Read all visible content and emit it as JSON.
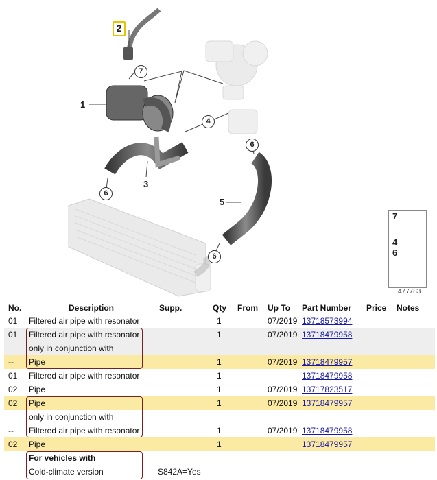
{
  "diagram": {
    "callouts": {
      "c1": "1",
      "c2": "2",
      "c3": "3",
      "c4": "4",
      "c5": "5",
      "c6a": "6",
      "c6b": "6",
      "c6c": "6",
      "c7": "7"
    },
    "legend": {
      "n7": "7",
      "n4": "4",
      "n6": "6"
    },
    "figure_id": "477783"
  },
  "table": {
    "headers": {
      "no": "No.",
      "description": "Description",
      "supp": "Supp.",
      "qty": "Qty",
      "from": "From",
      "upto": "Up To",
      "part": "Part Number",
      "price": "Price",
      "notes": "Notes"
    },
    "rows": [
      {
        "no": "01",
        "desc": "Filtered air pipe with resonator",
        "supp": "",
        "qty": "1",
        "from": "",
        "upto": "07/2019",
        "part": "13718573994"
      },
      {
        "no": "01",
        "desc": "Filtered air pipe with resonator",
        "supp": "",
        "qty": "1",
        "from": "",
        "upto": "07/2019",
        "part": "13718479958"
      },
      {
        "no": "",
        "desc": "only in conjunction with",
        "supp": "",
        "qty": "",
        "from": "",
        "upto": "",
        "part": ""
      },
      {
        "no": "--",
        "desc": "Pipe",
        "supp": "",
        "qty": "1",
        "from": "",
        "upto": "07/2019",
        "part": "13718479957"
      },
      {
        "no": "01",
        "desc": "Filtered air pipe with resonator",
        "supp": "",
        "qty": "1",
        "from": "",
        "upto": "",
        "part": "13718479958"
      },
      {
        "no": "02",
        "desc": "Pipe",
        "supp": "",
        "qty": "1",
        "from": "",
        "upto": "07/2019",
        "part": "13717823517"
      },
      {
        "no": "02",
        "desc": "Pipe",
        "supp": "",
        "qty": "1",
        "from": "",
        "upto": "07/2019",
        "part": "13718479957"
      },
      {
        "no": "",
        "desc": "only in conjunction with",
        "supp": "",
        "qty": "",
        "from": "",
        "upto": "",
        "part": ""
      },
      {
        "no": "--",
        "desc": "Filtered air pipe with resonator",
        "supp": "",
        "qty": "1",
        "from": "",
        "upto": "07/2019",
        "part": "13718479958"
      },
      {
        "no": "02",
        "desc": "Pipe",
        "supp": "",
        "qty": "1",
        "from": "",
        "upto": "",
        "part": "13718479957"
      },
      {
        "no": "",
        "desc": "For vehicles with",
        "supp": "",
        "qty": "",
        "from": "",
        "upto": "",
        "part": ""
      },
      {
        "no": "",
        "desc": "Cold-climate version",
        "supp": "S842A=Yes",
        "qty": "",
        "from": "",
        "upto": "",
        "part": ""
      }
    ]
  },
  "colors": {
    "highlight_row": "#fbeaa3",
    "stripe_row": "#eeeeee",
    "link": "#1a1aa8",
    "callout_box": "#e9c200",
    "bracket": "#7a2020"
  }
}
